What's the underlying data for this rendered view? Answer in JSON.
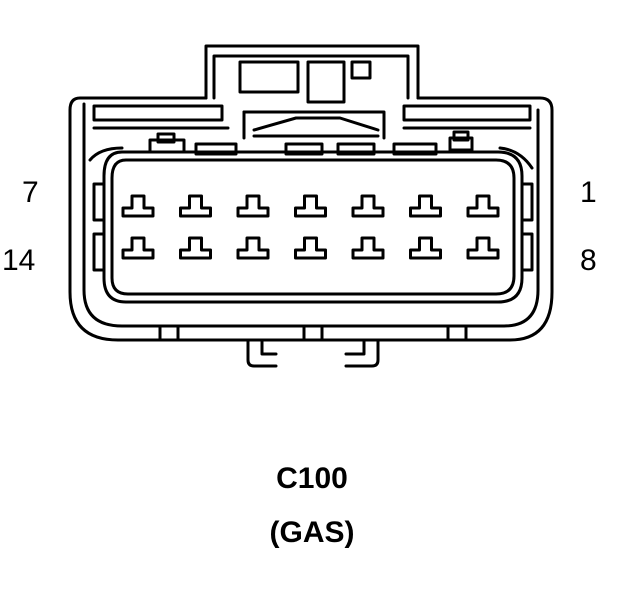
{
  "connector": {
    "name": "C100",
    "variant": "(GAS)",
    "pin_labels": {
      "top_left": "7",
      "top_right": "1",
      "bottom_left": "14",
      "bottom_right": "8"
    },
    "rows": 2,
    "pins_per_row": 7
  },
  "colors": {
    "stroke": "#000000",
    "background": "#ffffff"
  }
}
